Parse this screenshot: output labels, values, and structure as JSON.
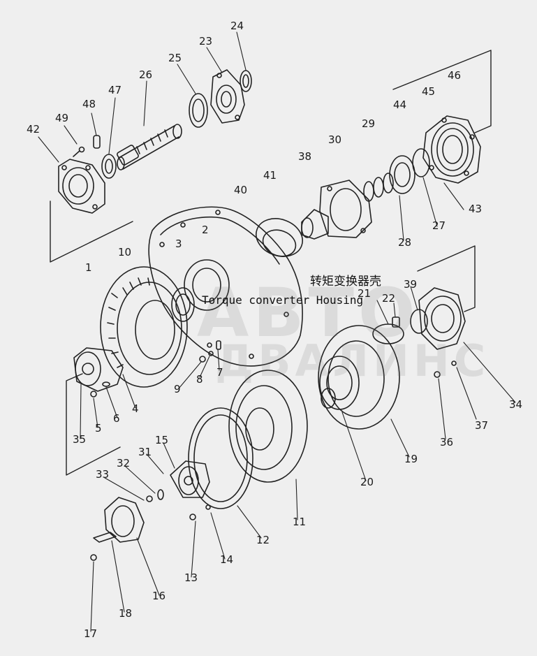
{
  "title_cn": "转矩变换器壳",
  "title_en": "Torque converter Housing",
  "watermark": {
    "line1": "АВТО",
    "line2": "ДВАЛИНС"
  },
  "callouts": {
    "c1": "1",
    "c2": "2",
    "c3": "3",
    "c4": "4",
    "c5": "5",
    "c6": "6",
    "c7": "7",
    "c8": "8",
    "c9": "9",
    "c10": "10",
    "c11": "11",
    "c12": "12",
    "c13": "13",
    "c14": "14",
    "c15": "15",
    "c16": "16",
    "c17": "17",
    "c18": "18",
    "c19": "19",
    "c20": "20",
    "c21": "21",
    "c22": "22",
    "c23": "23",
    "c24": "24",
    "c25": "25",
    "c26": "26",
    "c27": "27",
    "c28": "28",
    "c29": "29",
    "c30": "30",
    "c31": "31",
    "c32": "32",
    "c33": "33",
    "c34": "34",
    "c35": "35",
    "c36": "36",
    "c37": "37",
    "c38": "38",
    "c39": "39",
    "c40": "40",
    "c41": "41",
    "c42": "42",
    "c43": "43",
    "c44": "44",
    "c45": "45",
    "c46": "46",
    "c47": "47",
    "c48": "48",
    "c49": "49"
  }
}
